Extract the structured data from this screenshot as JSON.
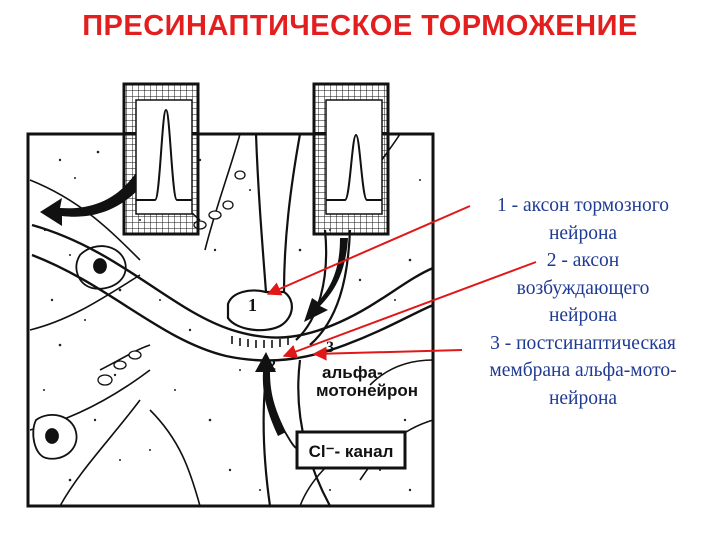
{
  "title": "ПРЕСИНАПТИЧЕСКОЕ ТОРМОЖЕНИЕ",
  "colors": {
    "title": "#e31e1e",
    "legend_text": "#1f3a93",
    "arrow_red": "#e01818",
    "ink": "#111111"
  },
  "diagram": {
    "label_1": "1",
    "label_2": "2",
    "label_3": "3",
    "neuron_label_line1": "альфа-",
    "neuron_label_line2": "мотонейрон",
    "channel_label": "Cl⁻- канал"
  },
  "legend": [
    "1 - аксон тормозного",
    "нейрона",
    "2 - аксон",
    "возбуждающего",
    "нейрона",
    "3 - постсинаптическая",
    "мембрана альфа-мото-",
    "нейрона"
  ]
}
